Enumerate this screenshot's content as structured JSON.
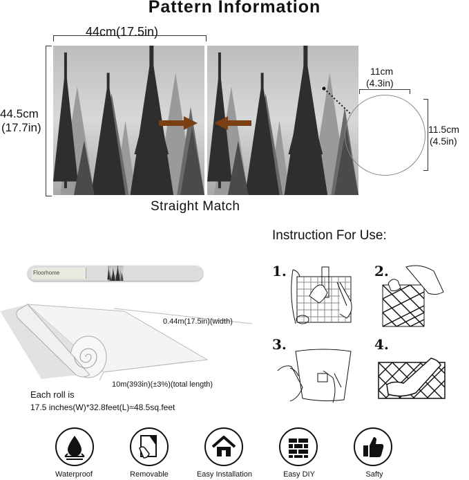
{
  "title": "Pattern Information",
  "dimensions": {
    "width_label": "44cm(17.5in)",
    "height_cm": "44.5cm",
    "height_in": "(17.7in)",
    "zoom_width_cm": "11cm",
    "zoom_width_in": "(4.3in)",
    "zoom_height_cm": "11.5cm",
    "zoom_height_in": "(4.5in)"
  },
  "match_type": "Straight Match",
  "instructions": {
    "heading": "Instruction For Use:",
    "steps": [
      "1.",
      "2.",
      "3.",
      "4."
    ]
  },
  "roll": {
    "brand": "Floorhome",
    "width_label": "0.44m(17.5in)(width)",
    "length_label": "10m(393in)(±3%)(total length)",
    "each_roll_line1": "Each roll is",
    "each_roll_line2": "17.5 inches(W)*32.8feet(L)≈48.5sq.feet"
  },
  "features": [
    {
      "label": "Waterproof",
      "icon": "water-drop-icon"
    },
    {
      "label": "Removable",
      "icon": "peel-sheet-icon"
    },
    {
      "label": "Easy Installation",
      "icon": "house-icon"
    },
    {
      "label": "Easy DIY",
      "icon": "brick-wall-icon"
    },
    {
      "label": "Safty",
      "icon": "thumbs-up-icon"
    }
  ],
  "colors": {
    "arrow": "#7a3f12",
    "ink": "#111111",
    "forest_light": "#d4d4d4",
    "forest_dark": "#2a2a2a"
  }
}
